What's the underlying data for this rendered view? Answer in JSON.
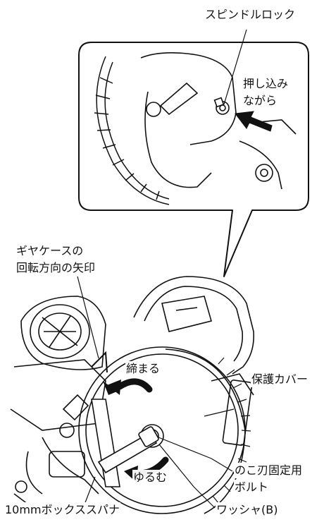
{
  "labels": {
    "spindle_lock": "スピンドルロック",
    "push_in_1": "押し込み",
    "push_in_2": "ながら",
    "gear_case_arrow_1": "ギヤケースの",
    "gear_case_arrow_2": "回転方向の矢印",
    "tighten": "締まる",
    "loosen": "ゆるむ",
    "guard_cover": "保護カバー",
    "blade_bolt_1": "のこ刃固定用",
    "blade_bolt_2": "ボルト",
    "socket_wrench": "10mmボックススパナ",
    "washer_b": "ワッシャ(B)"
  },
  "colors": {
    "line": "#111111",
    "background": "#ffffff"
  }
}
